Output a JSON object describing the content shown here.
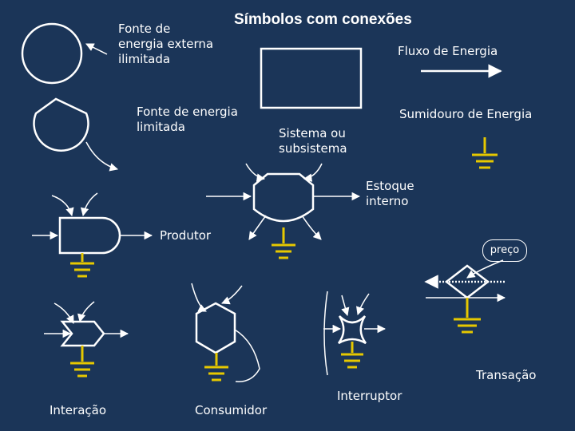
{
  "title": "Símbolos com conexões",
  "labels": {
    "fonte_externa": "Fonte de\nenergia externa\nilimitada",
    "fluxo": "Fluxo de Energia",
    "fonte_limitada": "Fonte de energia\nlimitada",
    "sistema": "Sistema ou\nsubsistema",
    "sumidouro": "Sumidouro de Energia",
    "estoque": "Estoque\ninterno",
    "produtor": "Produtor",
    "preco": "preço",
    "transacao": "Transação",
    "interacao": "Interação",
    "consumidor": "Consumidor",
    "interruptor": "Interruptor"
  },
  "colors": {
    "background": "#1b3558",
    "stroke": "#ffffff",
    "heat_sink": "#e6c800"
  }
}
